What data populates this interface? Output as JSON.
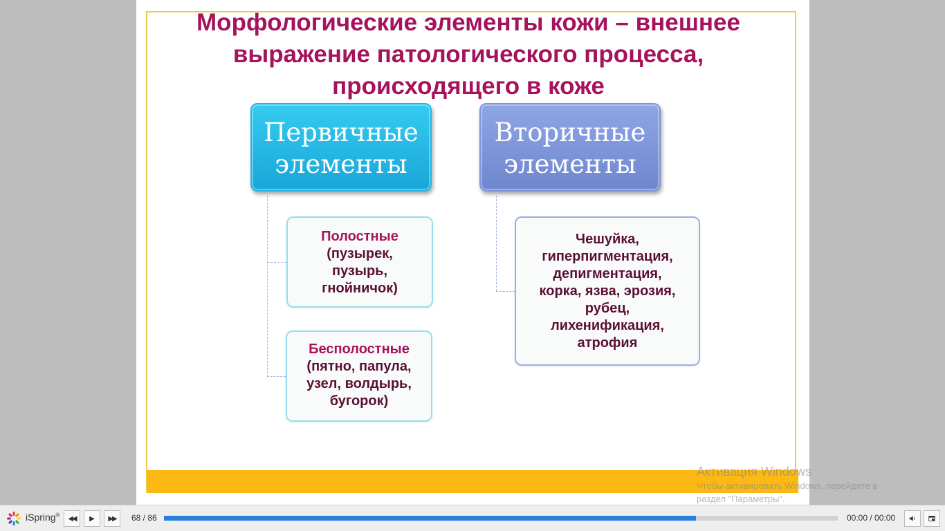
{
  "slide": {
    "title_lines": [
      "Морфологические элементы кожи – внешнее",
      "выражение патологического процесса,",
      "происходящего в коже"
    ],
    "primary": {
      "lines": [
        "Первичные",
        "элементы"
      ]
    },
    "secondary": {
      "lines": [
        "Вторичные",
        "элементы"
      ]
    },
    "cavity": {
      "heading": "Полостные",
      "lines": [
        "(пузырек,",
        "пузырь,",
        "гнойничок)"
      ]
    },
    "noncavity": {
      "heading": "Бесполостные",
      "lines": [
        "(пятно, папула,",
        "узел, волдырь,",
        "бугорок)"
      ]
    },
    "secondary_list": {
      "lines": [
        "Чешуйка,",
        "гиперпигментация,",
        "депигментация,",
        "корка, язва, эрозия,",
        "рубец,",
        "лихенификация,",
        "атрофия"
      ]
    },
    "colors": {
      "title": "#a5135d",
      "primary": "#1fb2e3",
      "secondary": "#7a90d6",
      "accent_bar": "#fdb913"
    }
  },
  "player": {
    "logo_text": "iSpring",
    "logo_mark": "®",
    "slide_counter": "68 / 86",
    "progress": 0.79,
    "time": "00:00 / 00:00",
    "icons": {
      "prev": "rewind-icon",
      "play": "play-icon",
      "next": "fast-forward-icon",
      "volume": "volume-icon",
      "fullscreen": "window-mode-icon"
    }
  },
  "watermark": {
    "title": "Активация Windows",
    "line1": "Чтобы активировать Windows, перейдите в",
    "line2": "раздел \"Параметры\"."
  }
}
